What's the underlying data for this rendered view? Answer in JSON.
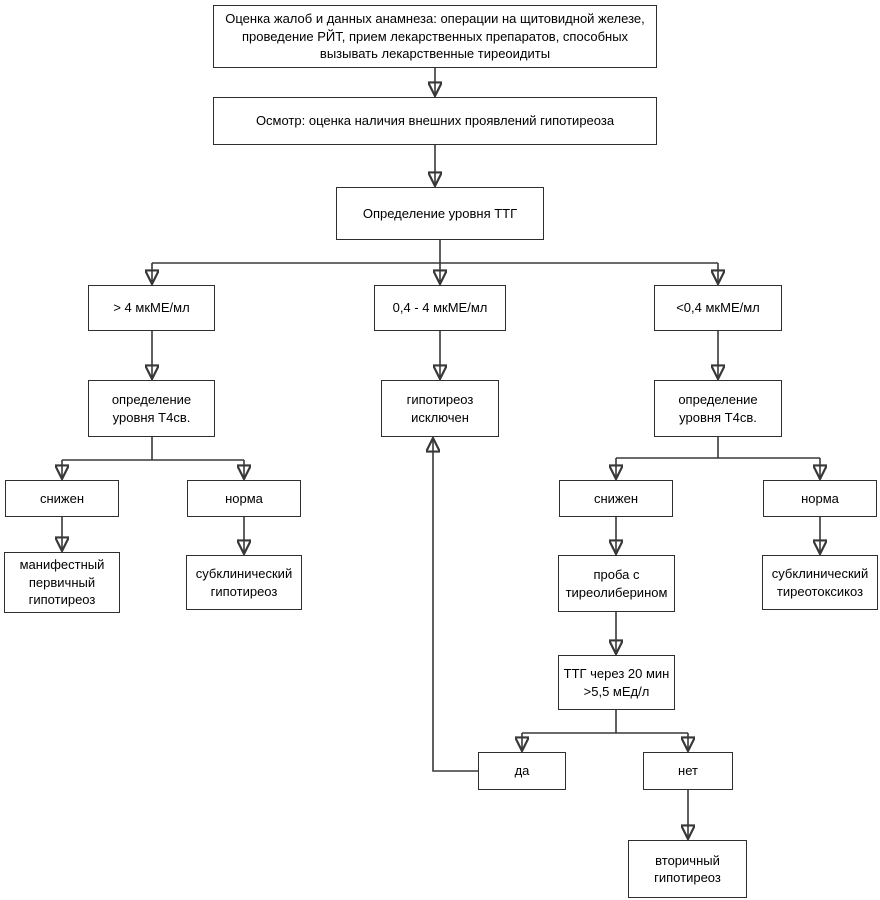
{
  "colors": {
    "line": "#383838",
    "box-border": "#2f2f2f",
    "box-fill": "#ffffff",
    "text": "#000000",
    "bg": "#ffffff"
  },
  "nodes": {
    "assess": "Оценка жалоб и данных анамнеза: операции на щитовидной железе, проведение РЙТ, прием лекарственных препаратов, способных вызывать лекарственные тиреоидиты",
    "exam": "Осмотр: оценка наличия внешних проявлений гипотиреоза",
    "tsh": "Определение уровня ТТГ",
    "tsh_high": "> 4 мкМЕ/мл",
    "tsh_norm": "0,4 - 4 мкМЕ/мл",
    "tsh_low": "<0,4 мкМЕ/мл",
    "t4_left": "определение уровня Т4св.",
    "excluded": "гипотиреоз исключен",
    "t4_right": "определение уровня Т4св.",
    "low_left": "снижен",
    "norm_left": "норма",
    "low_right": "снижен",
    "norm_right": "норма",
    "manifest": "манифестный первичный гипотиреоз",
    "subclin_hypo": "субклинический гипотиреоз",
    "trh_test": "проба с тиреолиберином",
    "subclin_thyro": "субклинический тиреотоксикоз",
    "tsh20": "ТТГ через 20 мин >5,5 мЕд/л",
    "yes": "да",
    "no": "нет",
    "secondary": "вторичный гипотиреоз"
  }
}
